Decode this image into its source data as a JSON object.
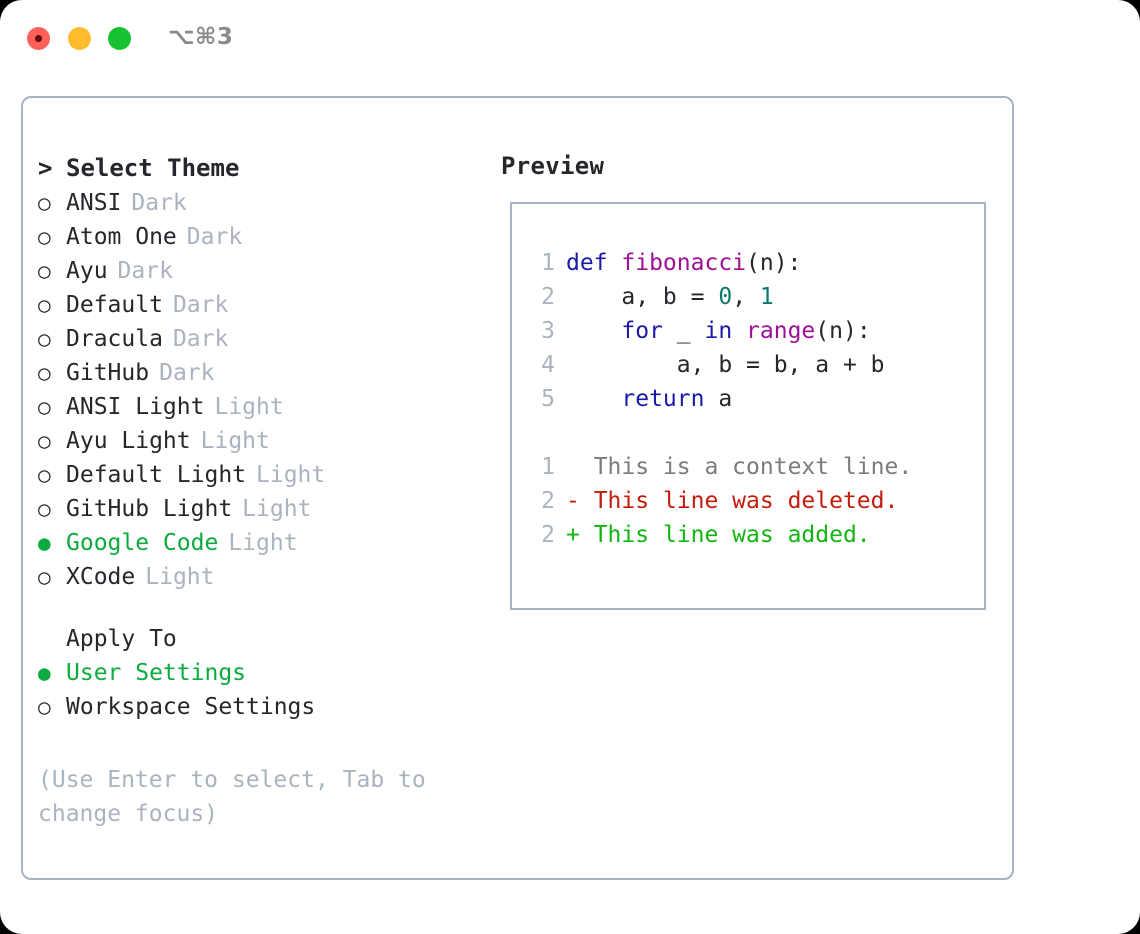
{
  "titlebar": {
    "shortcut_label": "⌥⌘3",
    "buttons": [
      {
        "name": "close",
        "color": "#ff6059"
      },
      {
        "name": "minimize",
        "color": "#ffbd2e"
      },
      {
        "name": "maximize",
        "color": "#18c132"
      }
    ]
  },
  "colors": {
    "frame_border": "#a9b2c0",
    "selected_green": "#0bab3e",
    "muted": "#aab3c0",
    "text": "#26262c",
    "keyword": "#1a1aa8",
    "function": "#9e1096",
    "number": "#0b7a6e",
    "diff_deleted": "#c41c0c",
    "diff_added": "#12b512",
    "diff_context": "#7b7b80"
  },
  "left": {
    "header": {
      "marker": ">",
      "label": "Select Theme"
    },
    "themes": [
      {
        "marker": "○",
        "label": "ANSI",
        "suffix": "Dark",
        "selected": false
      },
      {
        "marker": "○",
        "label": "Atom One",
        "suffix": "Dark",
        "selected": false
      },
      {
        "marker": "○",
        "label": "Ayu",
        "suffix": "Dark",
        "selected": false
      },
      {
        "marker": "○",
        "label": "Default",
        "suffix": "Dark",
        "selected": false
      },
      {
        "marker": "○",
        "label": "Dracula",
        "suffix": "Dark",
        "selected": false
      },
      {
        "marker": "○",
        "label": "GitHub",
        "suffix": "Dark",
        "selected": false
      },
      {
        "marker": "○",
        "label": "ANSI Light",
        "suffix": "Light",
        "selected": false
      },
      {
        "marker": "○",
        "label": "Ayu Light",
        "suffix": "Light",
        "selected": false
      },
      {
        "marker": "○",
        "label": "Default Light",
        "suffix": "Light",
        "selected": false
      },
      {
        "marker": "○",
        "label": "GitHub Light",
        "suffix": "Light",
        "selected": false
      },
      {
        "marker": "●",
        "label": "Google Code",
        "suffix": "Light",
        "selected": true
      },
      {
        "marker": "○",
        "label": "XCode",
        "suffix": "Light",
        "selected": false
      }
    ],
    "apply_to": {
      "header": {
        "marker": " ",
        "label": "Apply To"
      },
      "options": [
        {
          "marker": "●",
          "label": "User Settings",
          "selected": true
        },
        {
          "marker": "○",
          "label": "Workspace Settings",
          "selected": false
        }
      ]
    },
    "hint": "(Use Enter to select, Tab to change focus)"
  },
  "preview": {
    "title": "Preview",
    "code_lines": [
      {
        "number": "1",
        "tokens": [
          {
            "text": "def ",
            "style": "kw"
          },
          {
            "text": "fibonacci",
            "style": "fn"
          },
          {
            "text": "(n):",
            "style": "plain"
          }
        ]
      },
      {
        "number": "2",
        "tokens": [
          {
            "text": "    a, b = ",
            "style": "plain"
          },
          {
            "text": "0",
            "style": "num"
          },
          {
            "text": ", ",
            "style": "plain"
          },
          {
            "text": "1",
            "style": "num"
          }
        ]
      },
      {
        "number": "3",
        "tokens": [
          {
            "text": "    ",
            "style": "plain"
          },
          {
            "text": "for",
            "style": "kw"
          },
          {
            "text": " _ ",
            "style": "plain"
          },
          {
            "text": "in",
            "style": "kw"
          },
          {
            "text": " ",
            "style": "plain"
          },
          {
            "text": "range",
            "style": "fn"
          },
          {
            "text": "(n):",
            "style": "plain"
          }
        ]
      },
      {
        "number": "4",
        "tokens": [
          {
            "text": "        a, b = b, a + b",
            "style": "plain"
          }
        ]
      },
      {
        "number": "5",
        "tokens": [
          {
            "text": "    ",
            "style": "plain"
          },
          {
            "text": "return",
            "style": "kw"
          },
          {
            "text": " a",
            "style": "plain"
          }
        ]
      }
    ],
    "diff_lines": [
      {
        "number": "1",
        "prefix": "  ",
        "text": "This is a context line.",
        "style": "ctx"
      },
      {
        "number": "2",
        "prefix": "- ",
        "text": "This line was deleted.",
        "style": "del"
      },
      {
        "number": "2",
        "prefix": "+ ",
        "text": "This line was added.",
        "style": "add"
      }
    ]
  }
}
